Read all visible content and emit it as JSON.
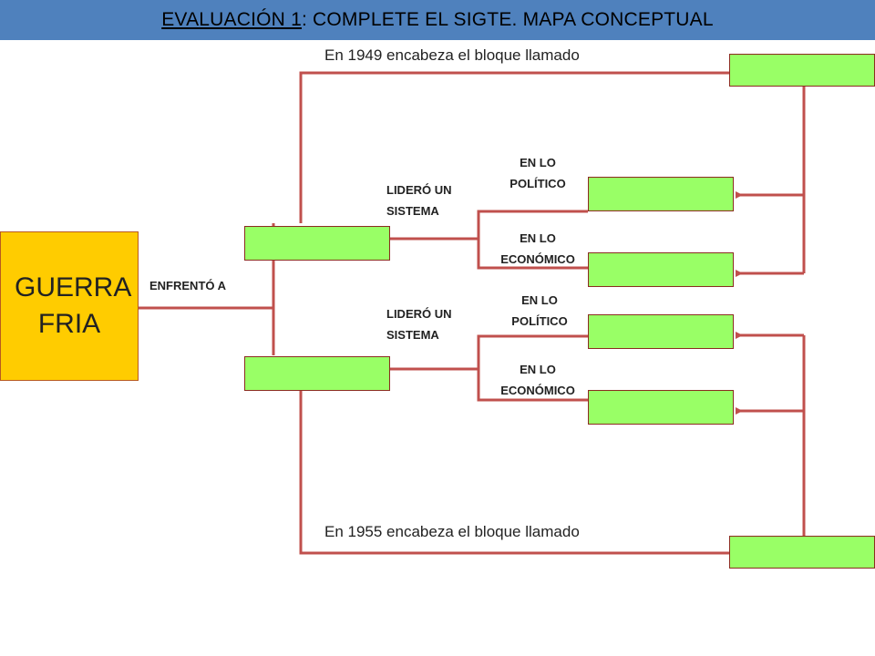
{
  "title": {
    "underlined": "EVALUACIÓN 1",
    "rest": ": COMPLETE EL SIGTE. MAPA CONCEPTUAL"
  },
  "main_node": {
    "label": "GUERRA\nFRIA"
  },
  "connectors": {
    "enfrento": "ENFRENTÓ A",
    "lidero_top": "LIDERÓ UN\nSISTEMA",
    "lidero_bottom": "LIDERÓ UN\nSISTEMA",
    "politico_top": "EN LO\nPOLÍTICO",
    "economico_top": "EN LO\nECONÓMICO",
    "politico_bottom": "EN LO\nPOLÍTICO",
    "economico_bottom": "EN LO\nECONÓMICO"
  },
  "annotations": {
    "bloc_1949": "En 1949 encabeza el bloque llamado",
    "bloc_1955": "En 1955 encabeza el bloque llamado"
  },
  "colors": {
    "title_bar": "#4f81bd",
    "main_node": "#ffcc00",
    "answer_box": "#99ff66",
    "line": "#c0504d"
  }
}
